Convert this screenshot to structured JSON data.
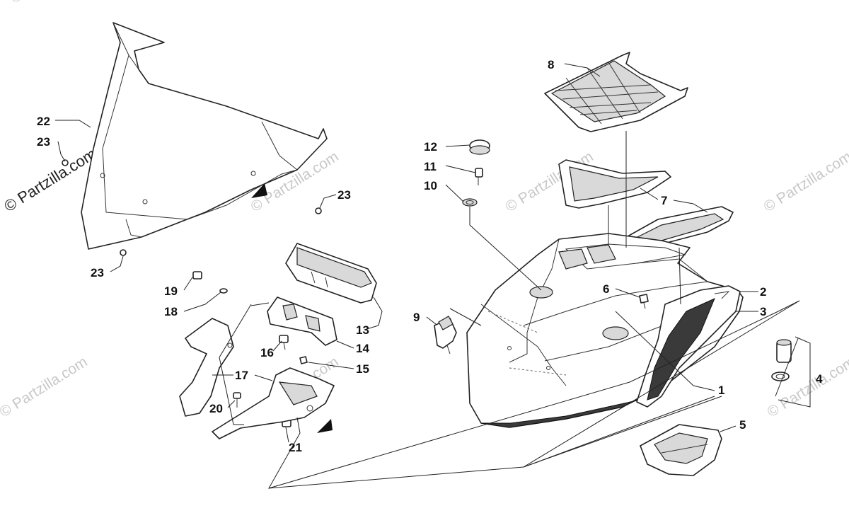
{
  "watermark": {
    "main": "© Partzilla.com",
    "faint": "© Partzilla.com"
  },
  "colors": {
    "line": "#222222",
    "shade": "#d9d9d9",
    "watermark": "#c8c8c8"
  },
  "callouts": {
    "c1": "1",
    "c2": "2",
    "c3": "3",
    "c4": "4",
    "c5": "5",
    "c6": "6",
    "c7": "7",
    "c8": "8",
    "c9": "9",
    "c10": "10",
    "c11": "11",
    "c12": "12",
    "c13": "13",
    "c14": "14",
    "c15": "15",
    "c16": "16",
    "c17": "17",
    "c18": "18",
    "c19": "19",
    "c20": "20",
    "c21": "21",
    "c22": "22",
    "c23a": "23",
    "c23b": "23",
    "c23c": "23"
  }
}
